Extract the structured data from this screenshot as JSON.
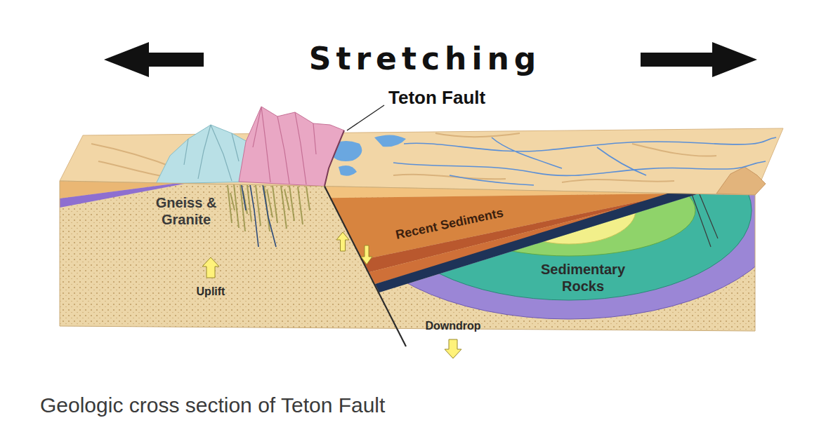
{
  "diagram": {
    "caption": "Geologic cross section of Teton Fault",
    "labels": [
      "Stretching",
      "Teton Fault",
      "Gneiss & Granite",
      "Recent Sediments",
      "Sedimentary Rocks",
      "Uplift",
      "Downdrop"
    ]
  }
}
